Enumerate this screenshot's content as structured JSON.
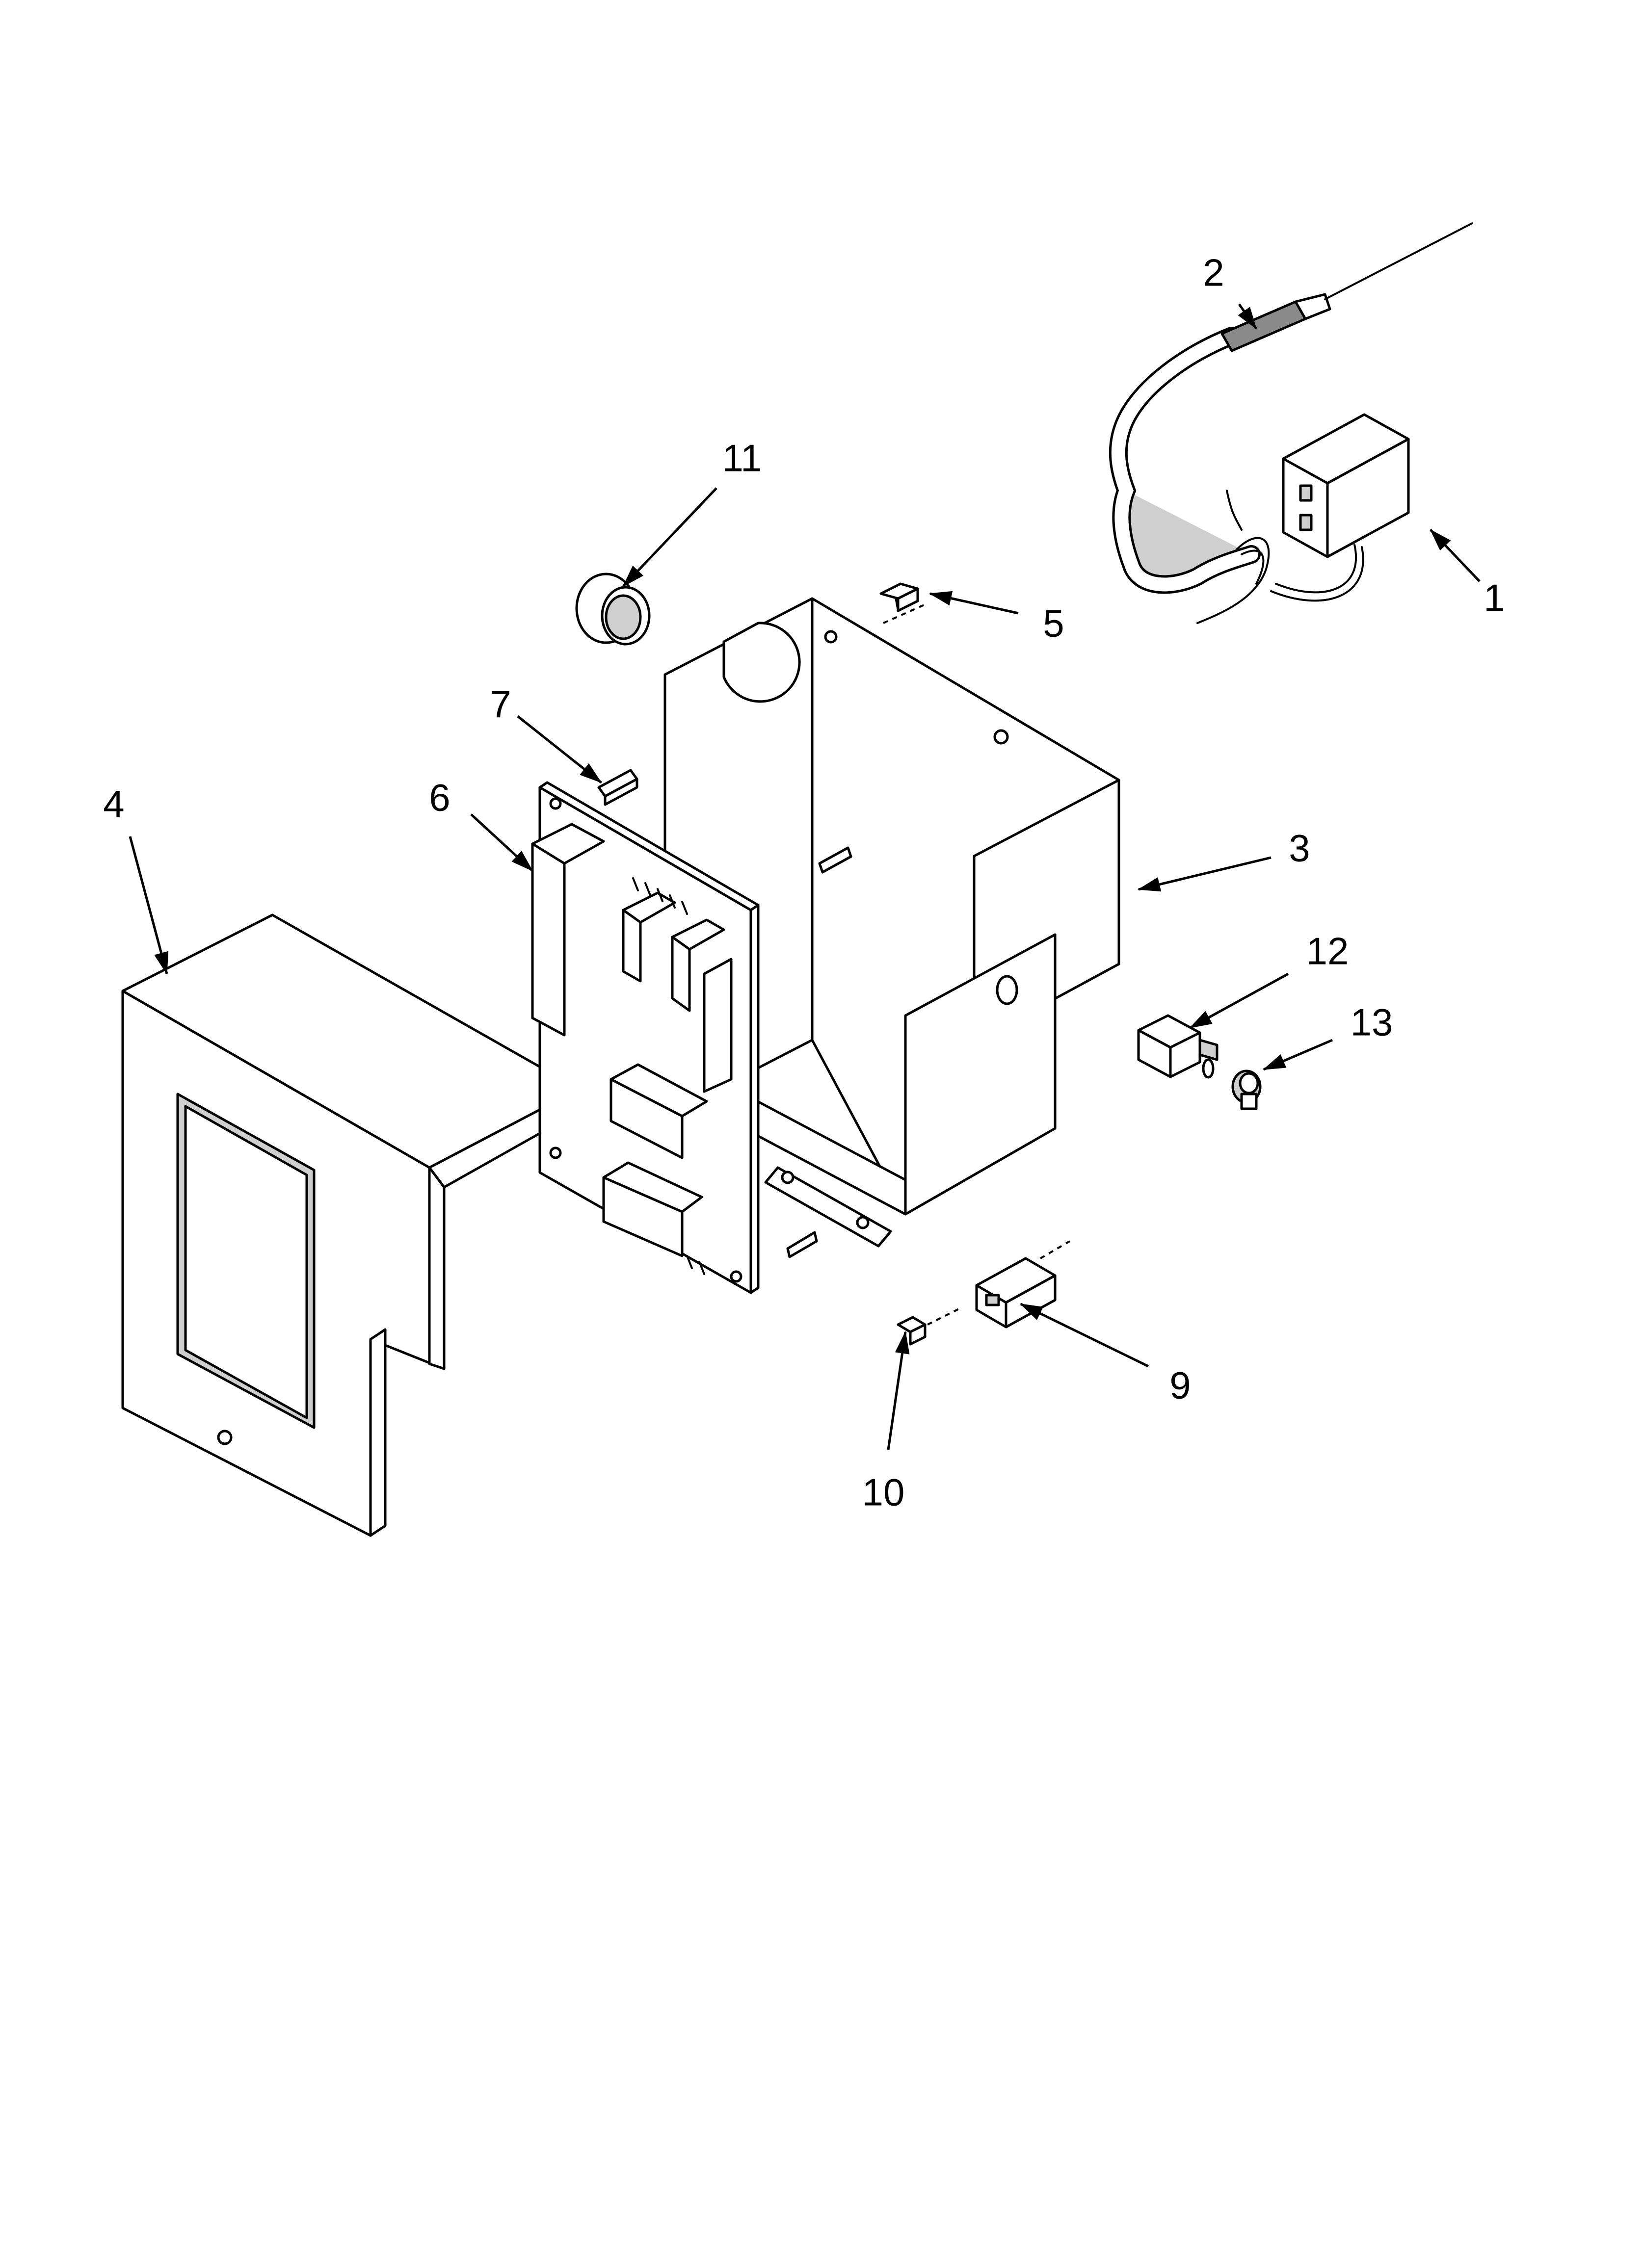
{
  "callouts": {
    "c1": "1",
    "c2": "2",
    "c3": "3",
    "c4": "4",
    "c5": "5",
    "c6": "6",
    "c7": "7",
    "c9": "9",
    "c10": "10",
    "c11": "11",
    "c12": "12",
    "c13": "13"
  }
}
